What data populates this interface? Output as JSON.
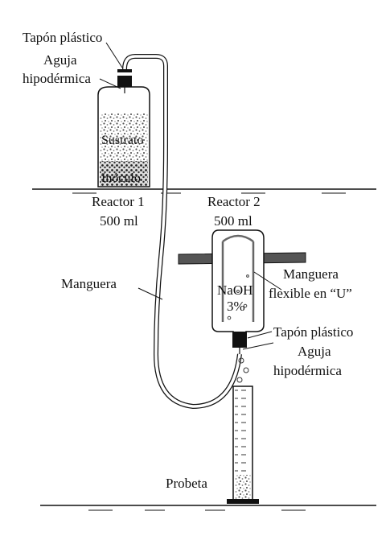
{
  "labels": {
    "reactor1_cap": "Tapón plástico",
    "reactor1_needle_1": "Aguja",
    "reactor1_needle_2": "hipodérmica",
    "substrate": "Sustrato",
    "inoculum": "Inóculo",
    "reactor1_name": "Reactor 1",
    "reactor1_volume": "500 ml",
    "reactor2_name": "Reactor 2",
    "reactor2_volume": "500 ml",
    "hose": "Manguera",
    "u_hose_1": "Manguera",
    "u_hose_2": "flexible en “U”",
    "naoh_1": "NaOH",
    "naoh_2": "3%",
    "reactor2_cap": "Tapón plástico",
    "reactor2_needle_1": "Aguja",
    "reactor2_needle_2": "hipodérmica",
    "cylinder": "Probeta"
  }
}
